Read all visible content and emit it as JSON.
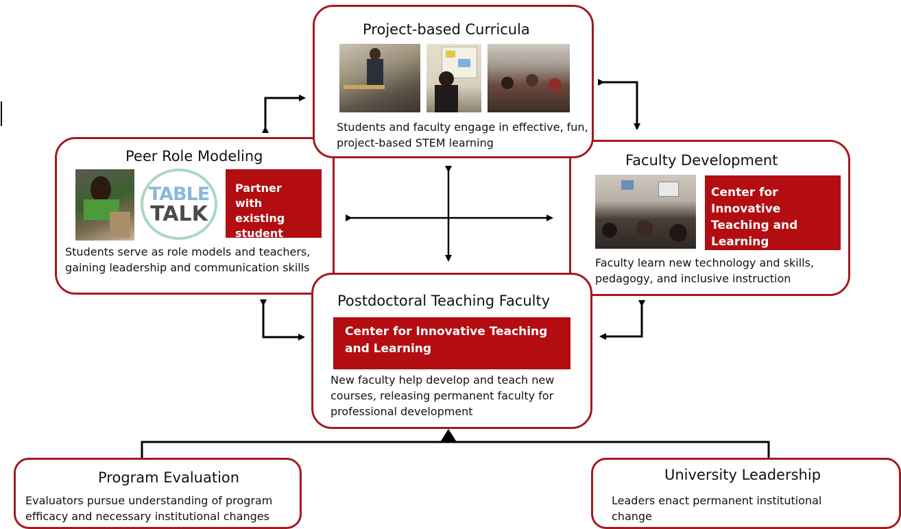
{
  "boxes": {
    "curricula": {
      "title": "Project-based Curricula",
      "desc": "Students and faculty engage in effective, fun, project-based STEM learning"
    },
    "peer": {
      "title": "Peer Role Modeling",
      "logo_line1": "TABLE",
      "logo_line2": "TALK",
      "callout": "Partner with existing student clubs",
      "desc": "Students serve as role models and teachers, gaining leadership and communication skills"
    },
    "faculty_dev": {
      "title": "Faculty Development",
      "callout": "Center for Innovative Teaching and Learning",
      "desc": "Faculty learn new technology and skills, pedagogy, and inclusive instruction"
    },
    "postdoc": {
      "title": "Postdoctoral Teaching Faculty",
      "callout": "Center for Innovative Teaching and Learning",
      "desc": "New faculty help develop and teach new courses, releasing permanent faculty for professional development"
    },
    "evaluation": {
      "title": "Program Evaluation",
      "desc": "Evaluators pursue understanding of program efficacy and necessary institutional changes"
    },
    "leadership": {
      "title": "University Leadership",
      "desc": "Leaders enact permanent institutional change"
    }
  },
  "colors": {
    "border": "#a3191f",
    "callout_fill": "#b30d12"
  }
}
